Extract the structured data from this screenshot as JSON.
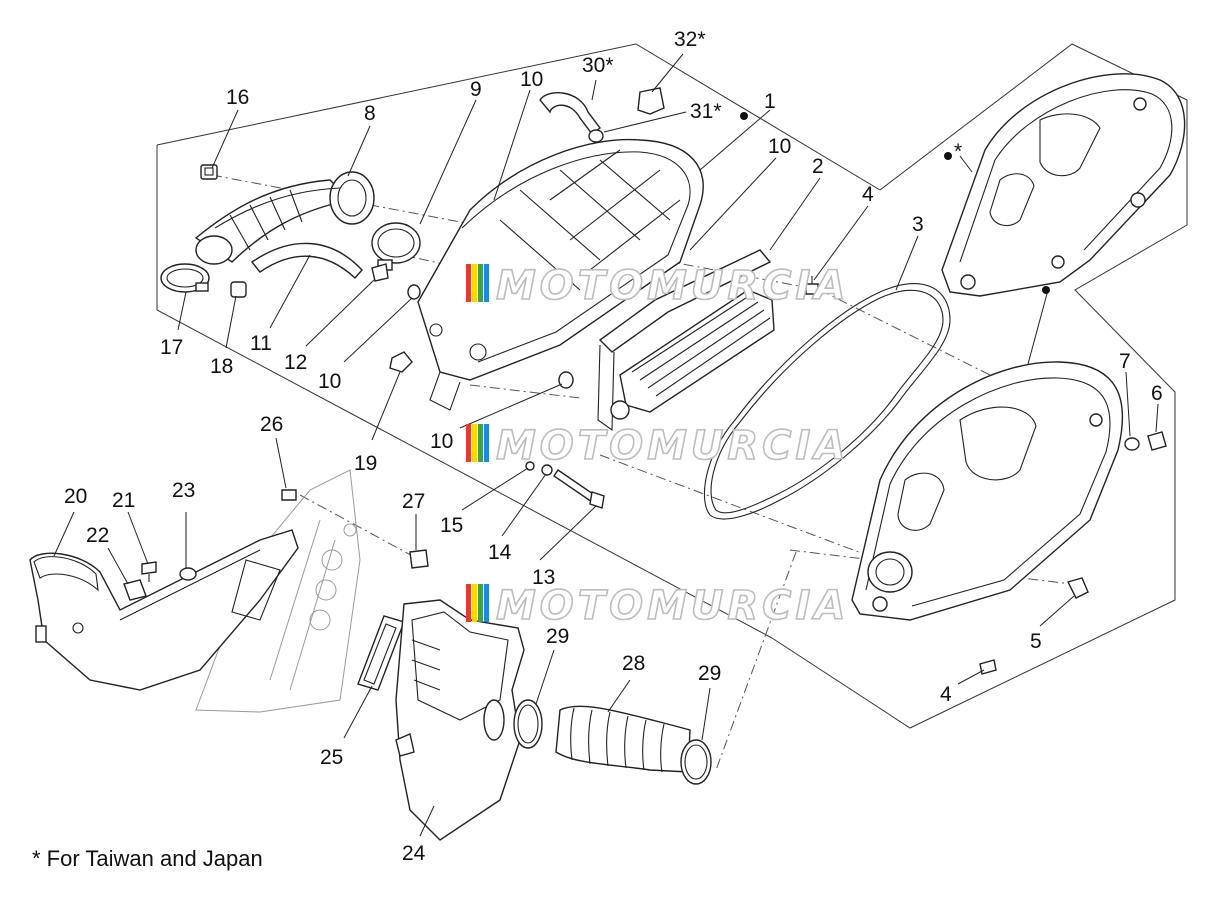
{
  "footnote": "* For Taiwan and Japan",
  "watermark": {
    "text": "MOTOMURCIA",
    "colors": [
      "#e53935",
      "#ffd600",
      "#43a047",
      "#1e88e5"
    ]
  },
  "callouts": {
    "c1": "1",
    "c2": "2",
    "c3": "3",
    "c4a": "4",
    "c4b": "4",
    "c5": "5",
    "c6": "6",
    "c7": "7",
    "c8": "8",
    "c9": "9",
    "c10a": "10",
    "c10b": "10",
    "c10c": "10",
    "c10d": "10",
    "c11": "11",
    "c12": "12",
    "c13": "13",
    "c14": "14",
    "c15": "15",
    "c16": "16",
    "c17": "17",
    "c18": "18",
    "c19": "19",
    "c20": "20",
    "c21": "21",
    "c22": "22",
    "c23": "23",
    "c24": "24",
    "c25": "25",
    "c26": "26",
    "c27": "27",
    "c28": "28",
    "c29a": "29",
    "c29b": "29",
    "c30": "30*",
    "c31": "31*",
    "c32": "32*",
    "star": "*"
  }
}
